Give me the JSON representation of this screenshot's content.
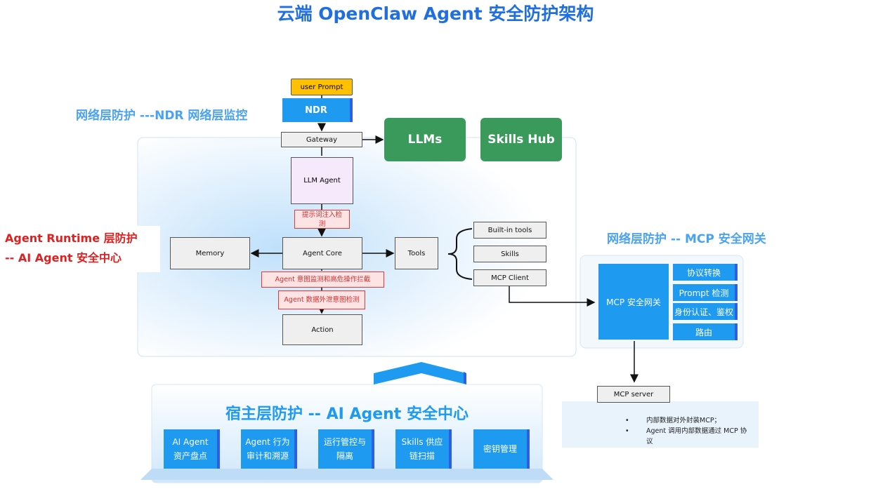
{
  "title": "云端 OpenClaw  Agent 安全防护架构",
  "user_prompt": "user Prompt",
  "ndr_label": "网络层防护 ---NDR 网络层监控",
  "ndr": "NDR",
  "gateway": "Gateway",
  "llms": "LLMs",
  "skills_hub": "Skills Hub",
  "llm_agent": "LLM Agent",
  "prompt_injection": "提示词注入检测",
  "runtime_label_1": "Agent Runtime 层防护",
  "runtime_label_2": "-- AI Agent 安全中心",
  "memory": "Memory",
  "agent_core": "Agent Core",
  "tools": "Tools",
  "tool_items": [
    "Built-in tools",
    "Skills",
    "MCP Client"
  ],
  "intent_monitor": "Agent 意图监测和高危操作拦截",
  "exfil_detect": "Agent 数据外泄意图检测",
  "action": "Action",
  "mcp_label": "网络层防护 -- MCP 安全网关",
  "mcp_gateway": "MCP 安全网关",
  "mcp_features": [
    "协议转换",
    "Prompt 检测",
    "身份认证、鉴权",
    "路由"
  ],
  "mcp_server": "MCP server",
  "mcp_notes": [
    "内部数据对外封装MCP；",
    "Agent 调用内部数据通过 MCP 协议"
  ],
  "host_label": "宿主层防护 -- AI Agent  安全中心",
  "host_items": [
    {
      "line1": "AI Agent",
      "line2": "资产盘点"
    },
    {
      "line1": "Agent 行为",
      "line2": "审计和溯源"
    },
    {
      "line1": "运行管控与",
      "line2": "隔离"
    },
    {
      "line1": "Skills 供应",
      "line2": "链扫描"
    },
    {
      "line1": "密钥管理",
      "line2": ""
    }
  ],
  "colors": {
    "title": "#1f6fe0",
    "accent_blue": "#1e9af0",
    "green": "#3a9a5c",
    "red": "#e53935",
    "label_blue": "#4aa3f0"
  }
}
